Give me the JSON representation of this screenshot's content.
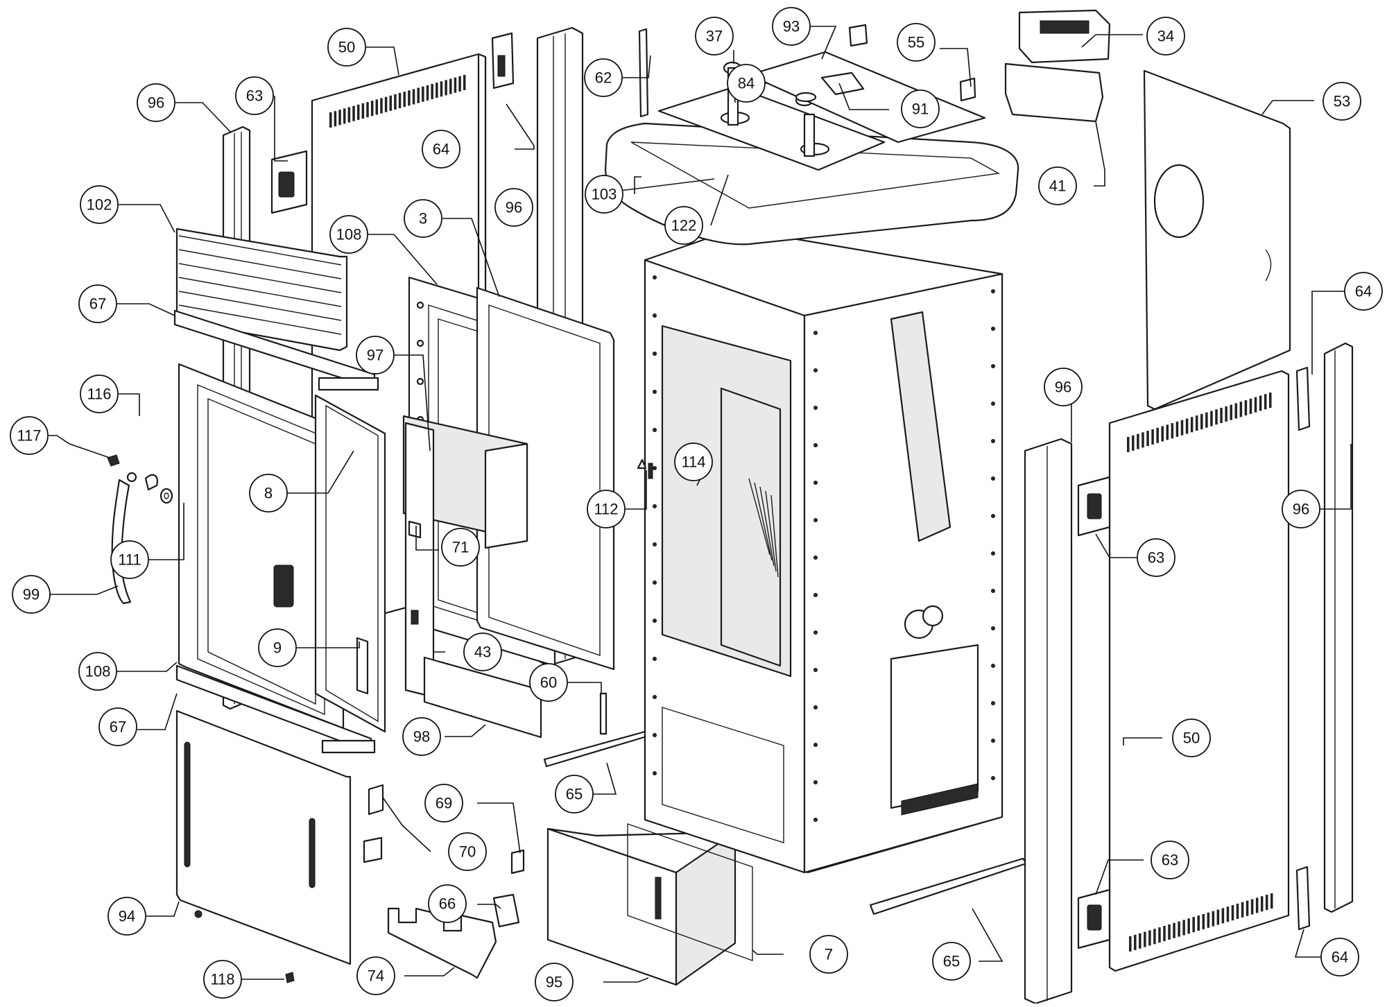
{
  "diagram": {
    "type": "exploded-parts-view",
    "callouts": [
      {
        "id": "c-50a",
        "label": "50"
      },
      {
        "id": "c-63a",
        "label": "63"
      },
      {
        "id": "c-96a",
        "label": "96"
      },
      {
        "id": "c-62",
        "label": "62"
      },
      {
        "id": "c-37",
        "label": "37"
      },
      {
        "id": "c-93",
        "label": "93"
      },
      {
        "id": "c-55",
        "label": "55"
      },
      {
        "id": "c-34",
        "label": "34"
      },
      {
        "id": "c-84",
        "label": "84"
      },
      {
        "id": "c-91",
        "label": "91"
      },
      {
        "id": "c-53",
        "label": "53"
      },
      {
        "id": "c-64a",
        "label": "64"
      },
      {
        "id": "c-96b",
        "label": "96"
      },
      {
        "id": "c-103",
        "label": "103"
      },
      {
        "id": "c-41",
        "label": "41"
      },
      {
        "id": "c-122",
        "label": "122"
      },
      {
        "id": "c-102",
        "label": "102"
      },
      {
        "id": "c-108a",
        "label": "108"
      },
      {
        "id": "c-3",
        "label": "3"
      },
      {
        "id": "c-67a",
        "label": "67"
      },
      {
        "id": "c-97",
        "label": "97"
      },
      {
        "id": "c-64b",
        "label": "64"
      },
      {
        "id": "c-116",
        "label": "116"
      },
      {
        "id": "c-96c",
        "label": "96"
      },
      {
        "id": "c-117",
        "label": "117"
      },
      {
        "id": "c-114",
        "label": "114"
      },
      {
        "id": "c-8",
        "label": "8"
      },
      {
        "id": "c-112",
        "label": "112"
      },
      {
        "id": "c-96d",
        "label": "96"
      },
      {
        "id": "c-111",
        "label": "111"
      },
      {
        "id": "c-71",
        "label": "71"
      },
      {
        "id": "c-63b",
        "label": "63"
      },
      {
        "id": "c-99",
        "label": "99"
      },
      {
        "id": "c-9",
        "label": "9"
      },
      {
        "id": "c-43",
        "label": "43"
      },
      {
        "id": "c-108b",
        "label": "108"
      },
      {
        "id": "c-60",
        "label": "60"
      },
      {
        "id": "c-67b",
        "label": "67"
      },
      {
        "id": "c-98",
        "label": "98"
      },
      {
        "id": "c-50b",
        "label": "50"
      },
      {
        "id": "c-65a",
        "label": "65"
      },
      {
        "id": "c-69",
        "label": "69"
      },
      {
        "id": "c-70",
        "label": "70"
      },
      {
        "id": "c-63c",
        "label": "63"
      },
      {
        "id": "c-94",
        "label": "94"
      },
      {
        "id": "c-66",
        "label": "66"
      },
      {
        "id": "c-65b",
        "label": "65"
      },
      {
        "id": "c-7",
        "label": "7"
      },
      {
        "id": "c-118",
        "label": "118"
      },
      {
        "id": "c-74",
        "label": "74"
      },
      {
        "id": "c-95",
        "label": "95"
      },
      {
        "id": "c-64c",
        "label": "64"
      }
    ]
  }
}
